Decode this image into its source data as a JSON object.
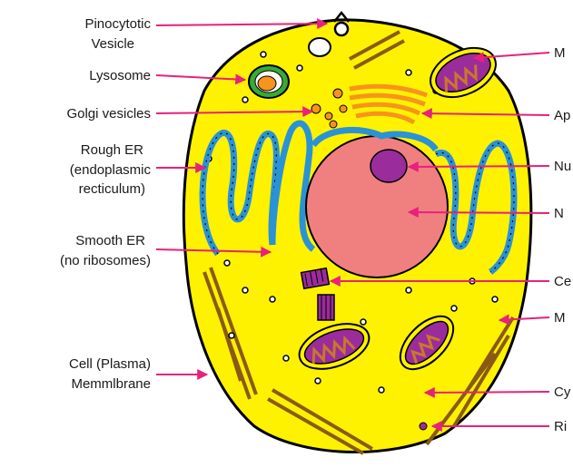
{
  "colors": {
    "cytoplasm": "#fff200",
    "outline": "#000000",
    "pointer": "#e8217c",
    "er_blue": "#2a93d5",
    "nucleus": "#f08080",
    "nucleolus": "#9b2c9c",
    "mitochondria_inner": "#9b2c9c",
    "cristae": "#c8782a",
    "filament": "#8a5a14",
    "golgi": "#f7941d",
    "lysosome_outer": "#3aa935",
    "lysosome_inner": "#f7941d"
  },
  "labels_left": {
    "pinocytotic_l1": "Pinocytotic",
    "pinocytotic_l2": "Vesicle",
    "lysosome": "Lysosome",
    "golgi_vesicles": "Golgi vesicles",
    "rough_er_l1": "Rough ER",
    "rough_er_l2": "(endoplasmic",
    "rough_er_l3": "recticulum)",
    "smooth_er_l1": "Smooth ER",
    "smooth_er_l2": "(no ribosomes)",
    "membrane_l1": "Cell (Plasma)",
    "membrane_l2": "Memmlbrane"
  },
  "labels_right": {
    "mitochondria_top": "M",
    "golgi_apparatus": "Ap",
    "nucleolus": "Nu",
    "nucleus": "N",
    "centrosome": "Ce",
    "mitochondria_right": "M",
    "cytoplasm": "Cy",
    "ribosome": "Ri"
  }
}
